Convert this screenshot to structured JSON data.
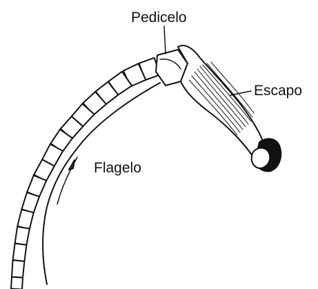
{
  "labels": {
    "pedicel": "Pedicelo",
    "scape": "Escapo",
    "flagellum": "Flagelo"
  }
}
